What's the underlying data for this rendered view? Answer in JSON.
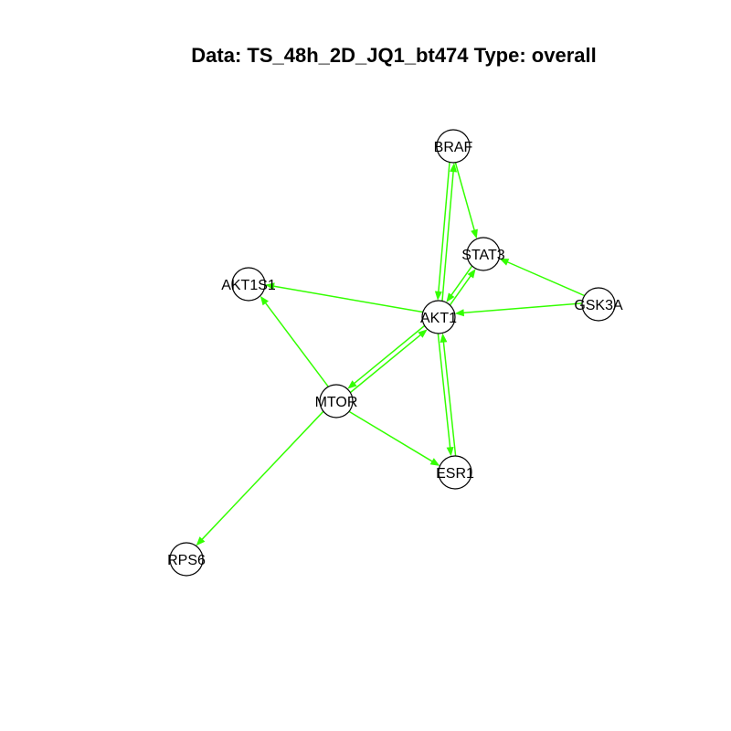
{
  "title": "Data: TS_48h_2D_JQ1_bt474 Type: overall",
  "edge_color": "#33ff00",
  "node_stroke": "#000000",
  "node_fill": "#ffffff",
  "nodes": [
    "BRAF",
    "STAT3",
    "AKT1S1",
    "AKT1",
    "GSK3A",
    "MTOR",
    "ESR1",
    "RPS6"
  ],
  "edges": [
    {
      "from": "BRAF",
      "to": "STAT3"
    },
    {
      "from": "AKT1",
      "to": "BRAF"
    },
    {
      "from": "BRAF",
      "to": "AKT1"
    },
    {
      "from": "AKT1",
      "to": "STAT3"
    },
    {
      "from": "STAT3",
      "to": "AKT1"
    },
    {
      "from": "GSK3A",
      "to": "STAT3"
    },
    {
      "from": "GSK3A",
      "to": "AKT1"
    },
    {
      "from": "AKT1",
      "to": "AKT1S1"
    },
    {
      "from": "MTOR",
      "to": "AKT1S1"
    },
    {
      "from": "MTOR",
      "to": "AKT1"
    },
    {
      "from": "AKT1",
      "to": "MTOR"
    },
    {
      "from": "AKT1",
      "to": "ESR1"
    },
    {
      "from": "ESR1",
      "to": "AKT1"
    },
    {
      "from": "MTOR",
      "to": "ESR1"
    },
    {
      "from": "MTOR",
      "to": "RPS6"
    }
  ]
}
